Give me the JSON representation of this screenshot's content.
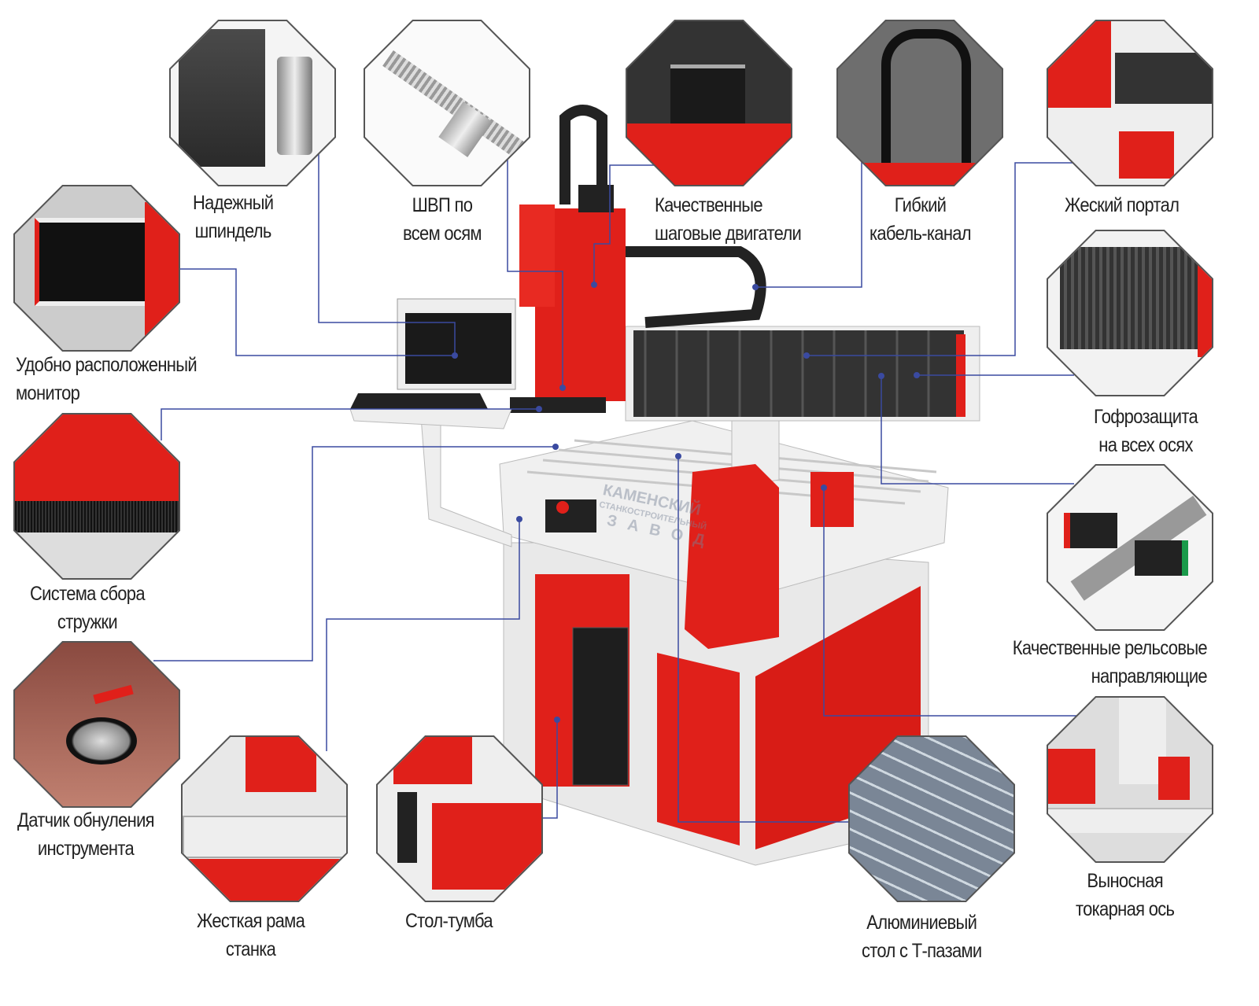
{
  "colors": {
    "accent_red": "#e0201a",
    "connector_blue": "#3a4aa0",
    "frame_white": "#ececec"
  },
  "features": [
    {
      "id": "spindle",
      "lines": [
        "Надежный",
        "шпиндель"
      ]
    },
    {
      "id": "ballscrew",
      "lines": [
        "ШВП по",
        "всем осям"
      ]
    },
    {
      "id": "steppers",
      "lines": [
        "Качественные",
        "шаговые двигатели"
      ]
    },
    {
      "id": "cable",
      "lines": [
        "Гибкий",
        "кабель-канал"
      ]
    },
    {
      "id": "portal",
      "lines": [
        "Жеский портал"
      ]
    },
    {
      "id": "monitor",
      "lines": [
        "Удобно расположенный",
        "монитор"
      ]
    },
    {
      "id": "bellows",
      "lines": [
        "Гофрозащита",
        "на всех осях"
      ]
    },
    {
      "id": "chip",
      "lines": [
        "Система сбора",
        "стружки"
      ]
    },
    {
      "id": "rails",
      "lines": [
        "Качественные рельсовые",
        "направляющие"
      ]
    },
    {
      "id": "sensor",
      "lines": [
        "Датчик обнуления",
        "инструмента"
      ]
    },
    {
      "id": "frame",
      "lines": [
        "Жесткая рама",
        "станка"
      ]
    },
    {
      "id": "stand",
      "lines": [
        "Стол-тумба"
      ]
    },
    {
      "id": "table",
      "lines": [
        "Алюминиевый",
        "стол с Т-пазами"
      ]
    },
    {
      "id": "lathe",
      "lines": [
        "Выносная",
        "токарная ось"
      ]
    }
  ],
  "watermark": [
    "КАМЕНСКИЙ",
    "СТАНКОСТРОИТЕЛЬНЫЙ",
    "ЗАВОД"
  ]
}
